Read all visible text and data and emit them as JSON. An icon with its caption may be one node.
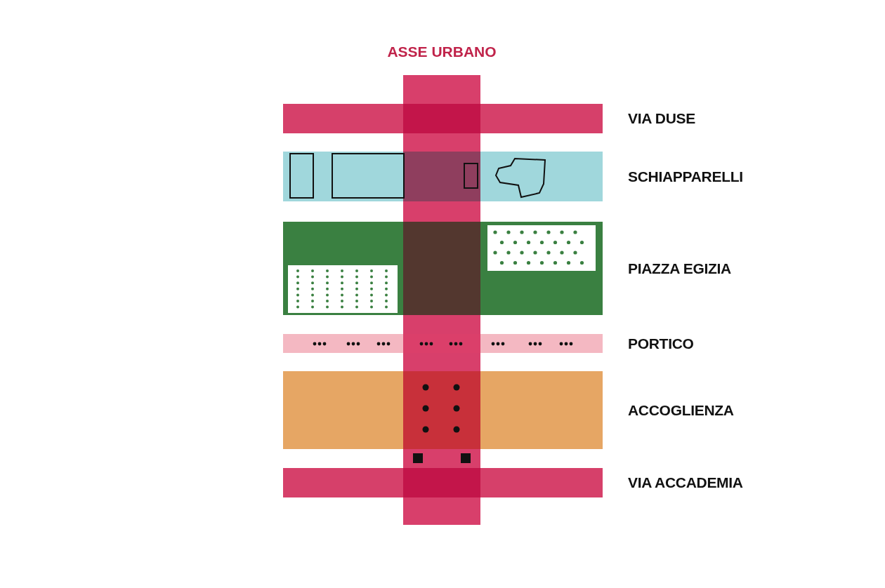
{
  "diagram": {
    "nodes": [
      {
        "text": [
          "ASSE URBANO"
        ]
      },
      {
        "text": [
          "VIA DUSE"
        ]
      },
      {
        "text": [
          "SCHIAPPARELLI"
        ]
      },
      {
        "text": [
          "PIAZZA EGIZIA"
        ]
      },
      {
        "text": [
          "PORTICO"
        ]
      },
      {
        "text": [
          "ACCOGLIENZA"
        ]
      },
      {
        "text": [
          "VIA ACCADEMIA"
        ]
      }
    ]
  }
}
